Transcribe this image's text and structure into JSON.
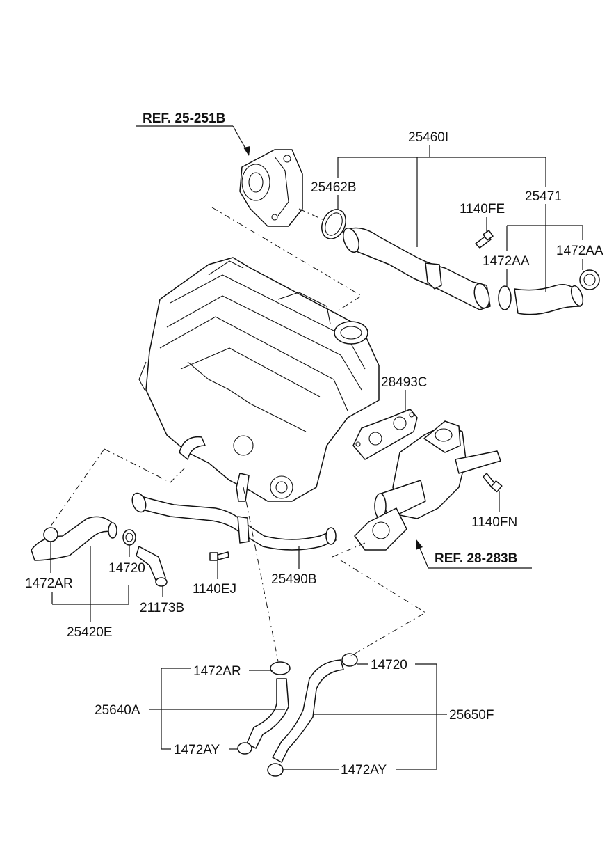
{
  "references": {
    "ref_top": "REF. 25-251B",
    "ref_right": "REF. 28-283B"
  },
  "labels": {
    "p25460I": "25460I",
    "p25462B": "25462B",
    "p25471": "25471",
    "p1140FE": "1140FE",
    "p1472AA_a": "1472AA",
    "p1472AA_b": "1472AA",
    "p28493C": "28493C",
    "p1140FN": "1140FN",
    "p1472AR_left": "1472AR",
    "p14720_left": "14720",
    "p21173B": "21173B",
    "p1140EJ": "1140EJ",
    "p25490B": "25490B",
    "p25420E": "25420E",
    "p1472AR_bottom": "1472AR",
    "p14720_bottom": "14720",
    "p25640A": "25640A",
    "p25650F": "25650F",
    "p1472AY_left": "1472AY",
    "p1472AY_right": "1472AY"
  }
}
